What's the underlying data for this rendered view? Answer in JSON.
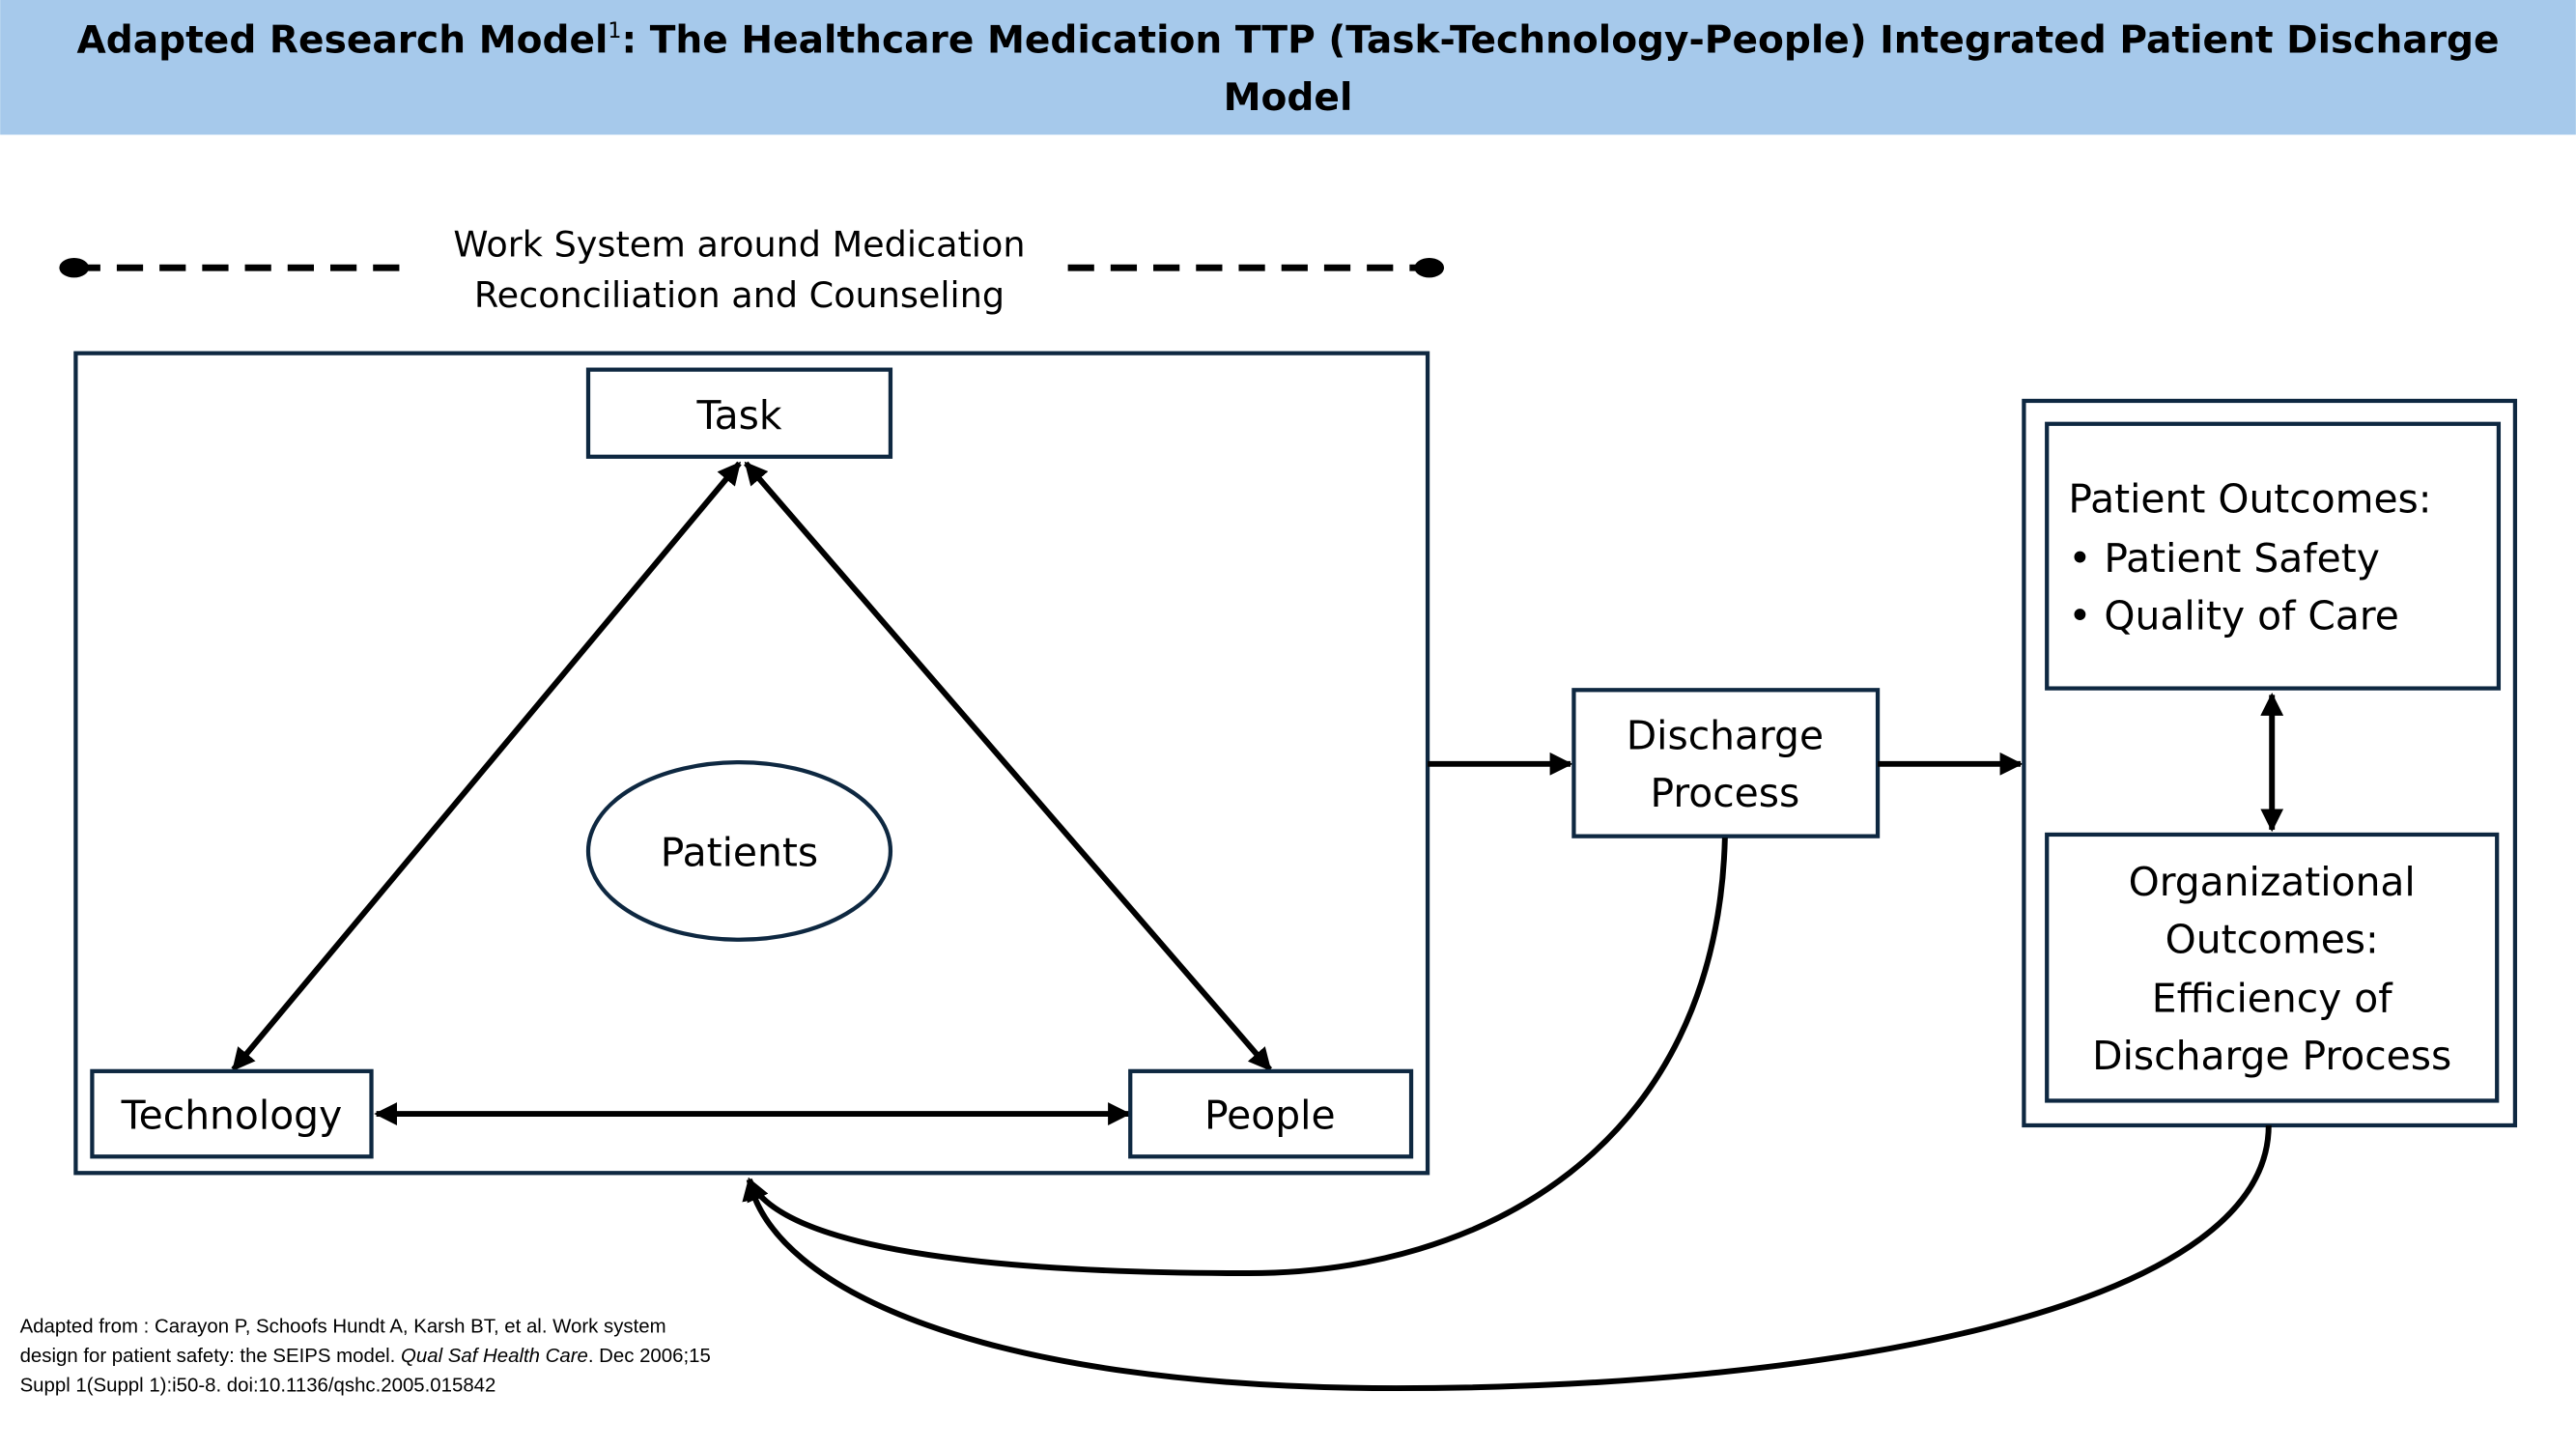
{
  "header": {
    "title_part1": "Adapted Research Model",
    "title_sup": "1",
    "title_part2": ": The Healthcare Medication TTP (Task-Technology-People) Integrated Patient Discharge",
    "title_line2": "Model"
  },
  "work_system": {
    "label_line1": "Work System around Medication",
    "label_line2": "Reconciliation and Counseling",
    "task": "Task",
    "technology": "Technology",
    "people": "People",
    "patients": "Patients"
  },
  "discharge": {
    "line1": "Discharge",
    "line2": "Process"
  },
  "outcomes": {
    "patient_title": "Patient Outcomes:",
    "patient_items": [
      "Patient Safety",
      "Quality of Care"
    ],
    "org_lines": [
      "Organizational",
      "Outcomes:",
      "Efficiency of",
      "Discharge Process"
    ]
  },
  "footnote": {
    "line1": "Adapted from : Carayon P, Schoofs Hundt A, Karsh BT, et al. Work system",
    "line2_a": "design for patient safety: the SEIPS model. ",
    "line2_journal": "Qual Saf Health Care",
    "line2_b": ". Dec 2006;15",
    "line3": "Suppl 1(Suppl 1):i50-8. doi:10.1136/qshc.2005.015842"
  },
  "colors": {
    "header_bg": "#a6c9eb",
    "box_stroke": "#0e2841"
  }
}
